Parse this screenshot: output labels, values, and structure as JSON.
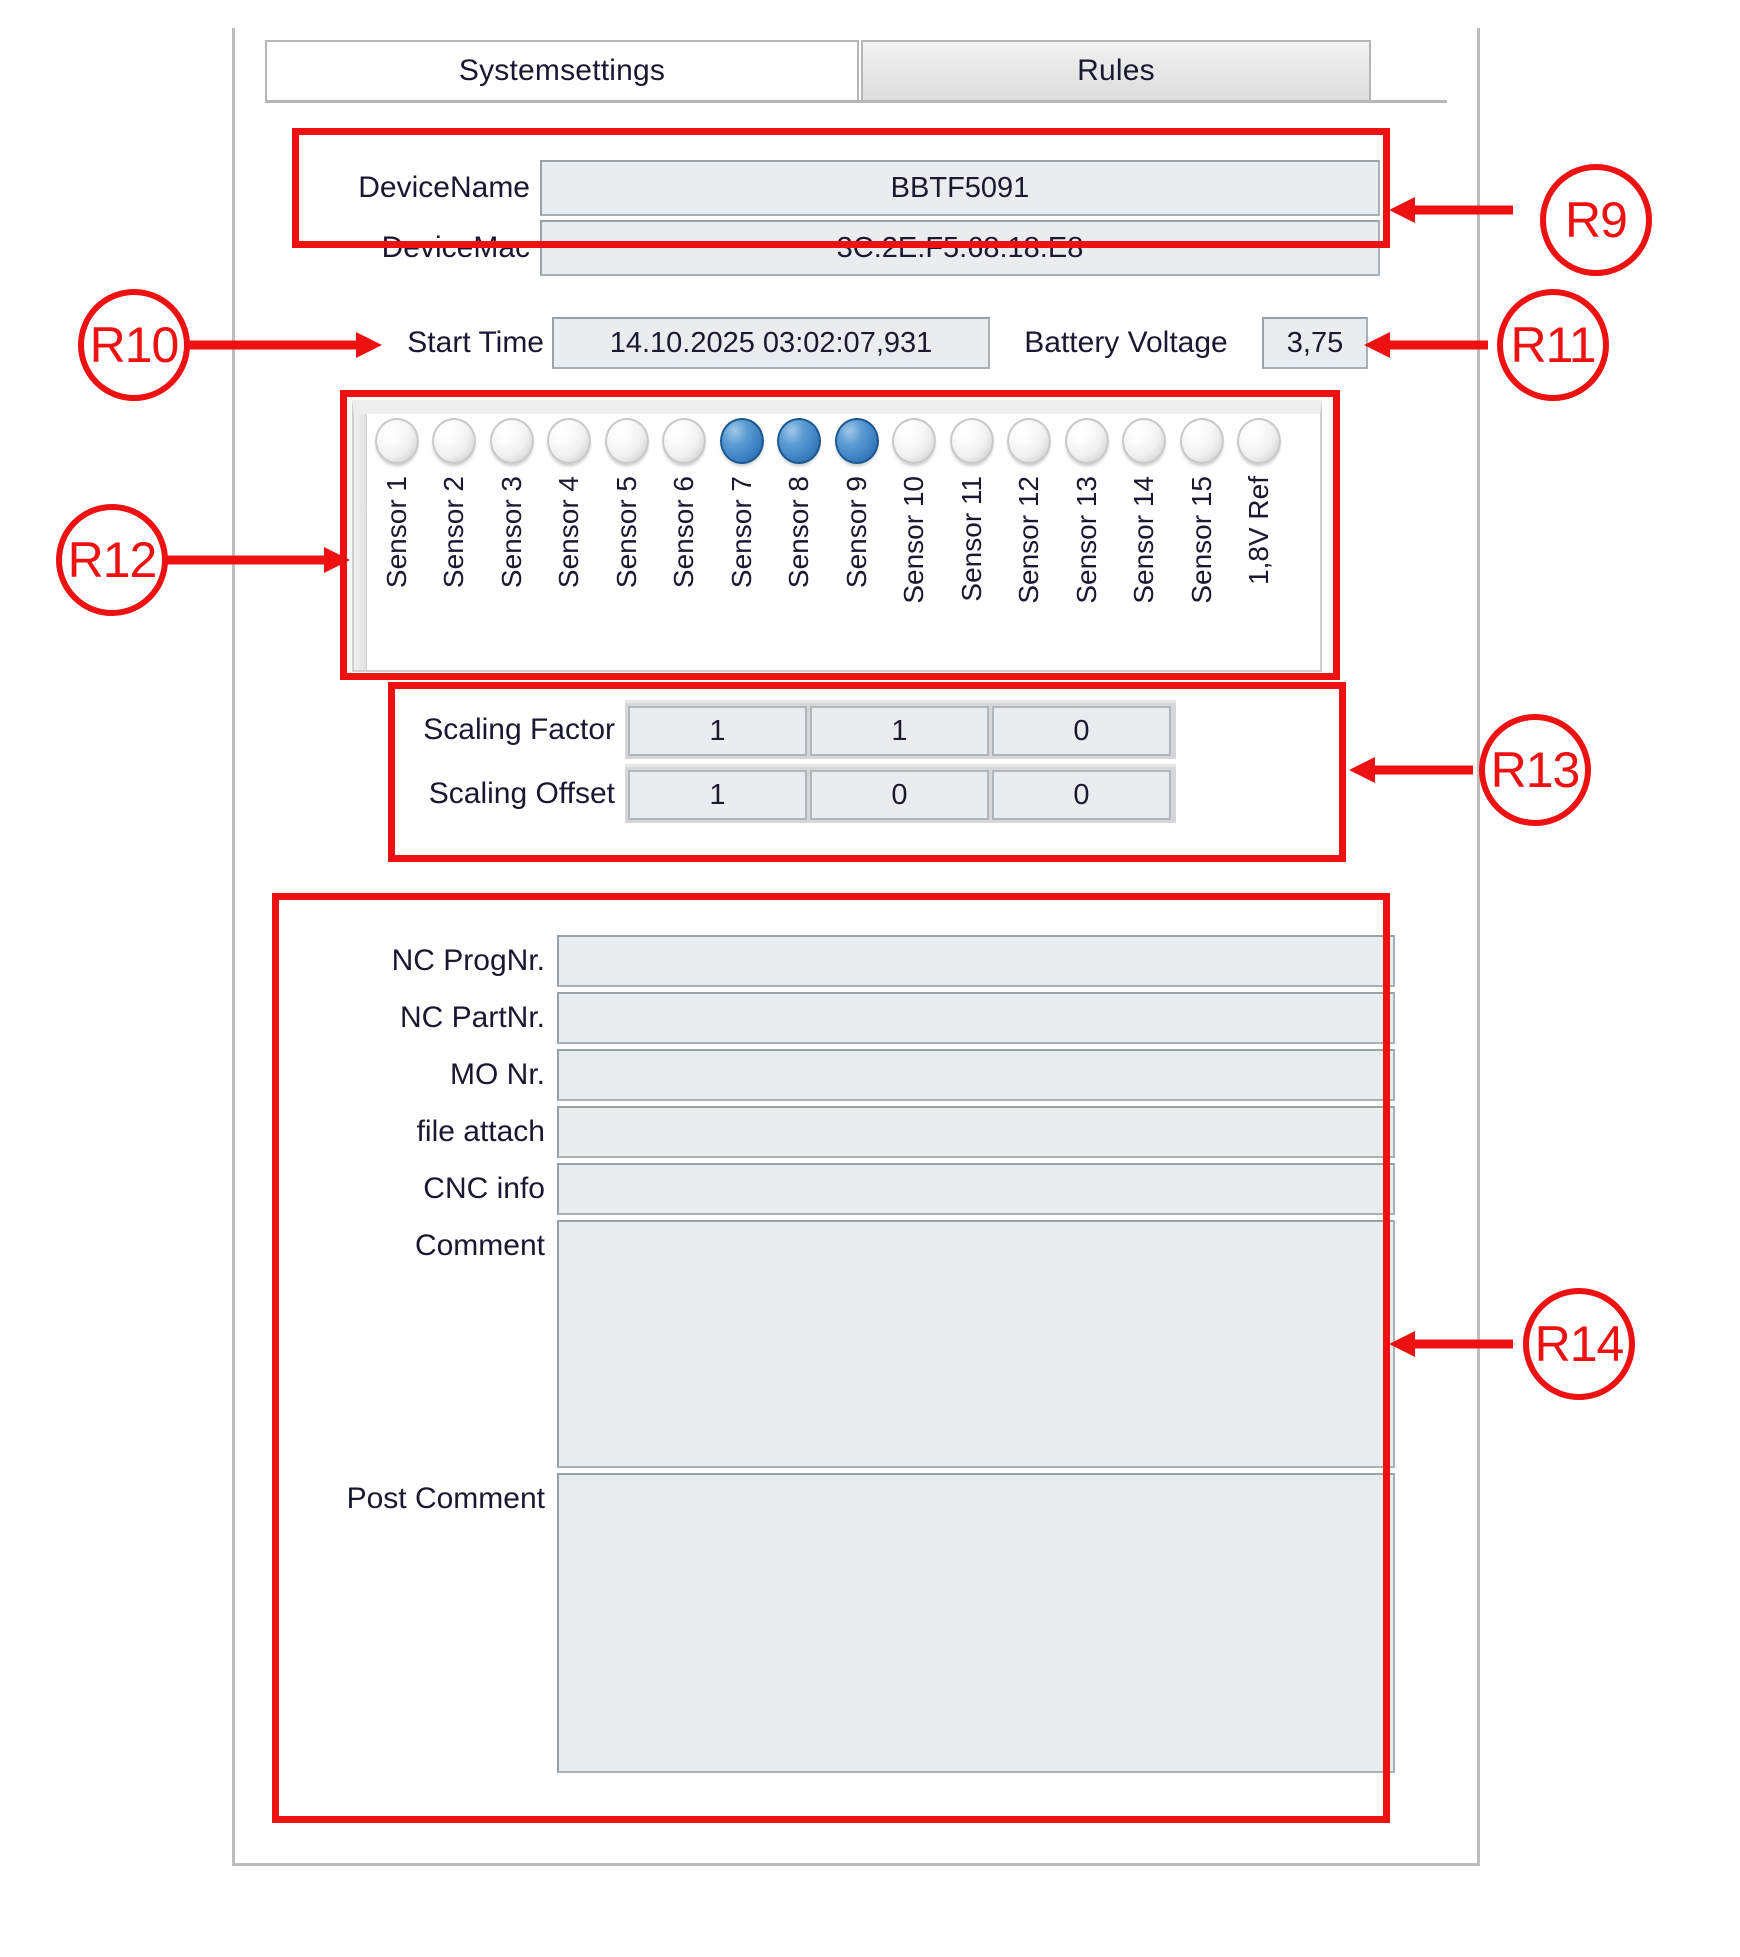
{
  "window": {
    "tabs": [
      {
        "label": "Systemsettings",
        "active": true
      },
      {
        "label": "Rules",
        "active": false
      }
    ]
  },
  "device": {
    "rows": [
      {
        "label": "DeviceName",
        "value": "BBTF5091"
      },
      {
        "label": "DeviceMac",
        "value": "3C:2E:F5:68:18:E8"
      }
    ]
  },
  "timing": {
    "start_time_label": "Start Time",
    "start_time_value": "14.10.2025 03:02:07,931",
    "battery_label": "Battery Voltage",
    "battery_value": "3,75"
  },
  "sensors": {
    "items": [
      {
        "label": "Sensor 1",
        "on": false
      },
      {
        "label": "Sensor 2",
        "on": false
      },
      {
        "label": "Sensor 3",
        "on": false
      },
      {
        "label": "Sensor 4",
        "on": false
      },
      {
        "label": "Sensor 5",
        "on": false
      },
      {
        "label": "Sensor 6",
        "on": false
      },
      {
        "label": "Sensor 7",
        "on": true
      },
      {
        "label": "Sensor 8",
        "on": true
      },
      {
        "label": "Sensor 9",
        "on": true
      },
      {
        "label": "Sensor 10",
        "on": false
      },
      {
        "label": "Sensor 11",
        "on": false
      },
      {
        "label": "Sensor 12",
        "on": false
      },
      {
        "label": "Sensor 13",
        "on": false
      },
      {
        "label": "Sensor 14",
        "on": false
      },
      {
        "label": "Sensor 15",
        "on": false
      },
      {
        "label": "1,8V Ref",
        "on": false
      }
    ]
  },
  "scaling": {
    "rows": [
      {
        "label": "Scaling Factor",
        "values": [
          "1",
          "1",
          "0"
        ]
      },
      {
        "label": "Scaling Offset",
        "values": [
          "1",
          "0",
          "0"
        ]
      }
    ]
  },
  "job": {
    "rows": [
      {
        "label": "NC ProgNr.",
        "value": "",
        "kind": "line"
      },
      {
        "label": "NC PartNr.",
        "value": "",
        "kind": "line"
      },
      {
        "label": "MO Nr.",
        "value": "",
        "kind": "line"
      },
      {
        "label": "file attach",
        "value": "",
        "kind": "line"
      },
      {
        "label": "CNC info",
        "value": "",
        "kind": "line"
      },
      {
        "label": "Comment",
        "value": "",
        "kind": "comment"
      },
      {
        "label": "Post Comment",
        "value": "",
        "kind": "postcomment"
      }
    ]
  },
  "annotations": {
    "accent_color": "#ee1111",
    "callouts": [
      {
        "id": "R9",
        "label": "R9"
      },
      {
        "id": "R10",
        "label": "R10"
      },
      {
        "id": "R11",
        "label": "R11"
      },
      {
        "id": "R12",
        "label": "R12"
      },
      {
        "id": "R13",
        "label": "R13"
      },
      {
        "id": "R14",
        "label": "R14"
      }
    ]
  }
}
